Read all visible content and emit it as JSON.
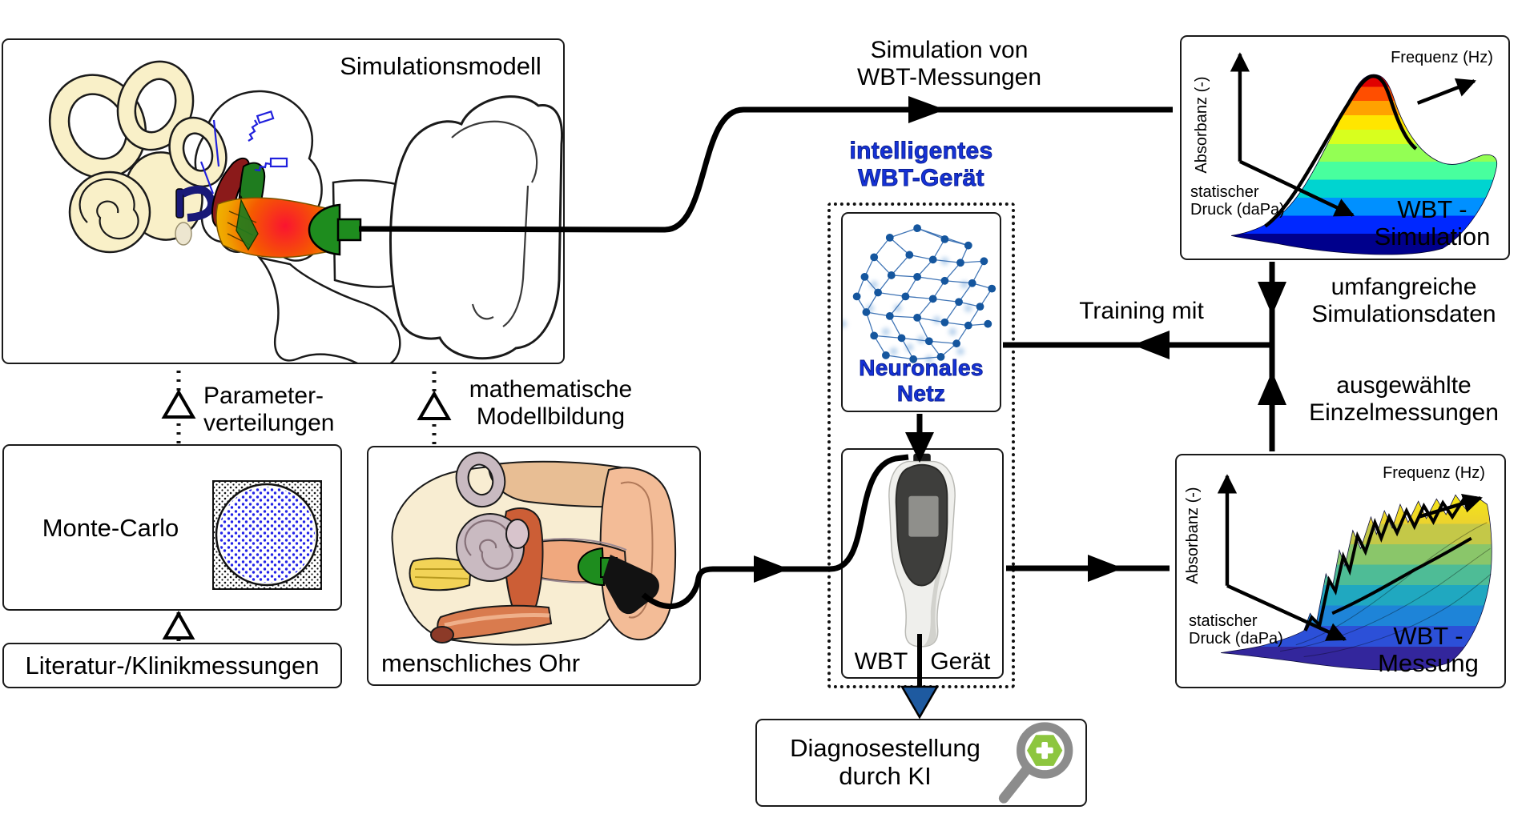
{
  "boxes": {
    "simulationsmodell": {
      "label": "Simulationsmodell"
    },
    "monte_carlo": {
      "label": "Monte-Carlo"
    },
    "literatur": {
      "label": "Literatur-/Klinikmessungen"
    },
    "menschliches_ohr": {
      "label": "menschliches Ohr"
    },
    "intelligent_device": {
      "label": "intelligentes\nWBT-Gerät"
    },
    "neural_net": {
      "label": "Neuronales\nNetz"
    },
    "wbt_device": {
      "label_left": "WBT",
      "label_right": "Gerät"
    },
    "diagnose": {
      "label": "Diagnosestellung\ndurch KI"
    },
    "wbt_simulation": {
      "title": "WBT -\nSimulation",
      "axis_y": "Absorbanz (-)",
      "axis_x": "statischer\nDruck (daPa)",
      "axis_z": "Frequenz (Hz)"
    },
    "wbt_messung": {
      "title": "WBT -\nMessung",
      "axis_y": "Absorbanz (-)",
      "axis_x": "statischer\nDruck (daPa)",
      "axis_z": "Frequenz (Hz)"
    }
  },
  "labels": {
    "simulation_von": "Simulation von\nWBT-Messungen",
    "training_mit": "Training mit",
    "umfangreiche": "umfangreiche\nSimulationsdaten",
    "ausgewaehlte": "ausgewählte\nEinzelmessungen",
    "parameter": "Parameter-\nverteilungen",
    "mathematische": "mathematische\nModellbildung"
  },
  "colors": {
    "accent_blue_text": "#1532D8",
    "arrow_blue": "#1E5AA0",
    "magnifier_green": "#8DC63F",
    "magnifier_gray": "#8C8C8C"
  }
}
